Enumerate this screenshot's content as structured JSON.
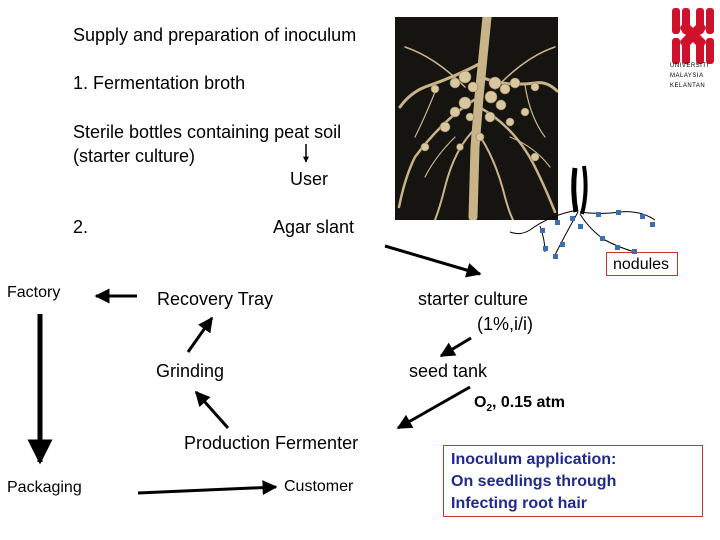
{
  "text": {
    "title": "Supply and preparation of inoculum",
    "step1": "1. Fermentation broth",
    "sterile_line1": "Sterile bottles containing peat soil",
    "sterile_line2": "(starter culture)",
    "user": "User",
    "step2": "2.",
    "agar_slant": "Agar slant",
    "nodules": "nodules",
    "factory": "Factory",
    "recovery_tray": "Recovery Tray",
    "starter_culture": "starter culture",
    "starter_ratio": "(1%,i/i)",
    "grinding": "Grinding",
    "seed_tank": "seed tank",
    "o2_prefix": "O",
    "o2_sub": "2",
    "o2_value": ", 0.15 atm",
    "production_fermenter": "Production Fermenter",
    "packaging": "Packaging",
    "customer": "Customer",
    "inoculum_line1": "Inoculum application:",
    "inoculum_line2": "On seedlings through",
    "inoculum_line3": "Infecting root hair"
  },
  "logo": {
    "line1": "UNIVERSITI",
    "line2": "MALAYSIA",
    "line3": "KELANTAN",
    "color": "#d0112b"
  },
  "colors": {
    "box_border": "#c0392b",
    "inoculum_text": "#1f2a8c",
    "nodule_dot": "#3b6fb0"
  }
}
